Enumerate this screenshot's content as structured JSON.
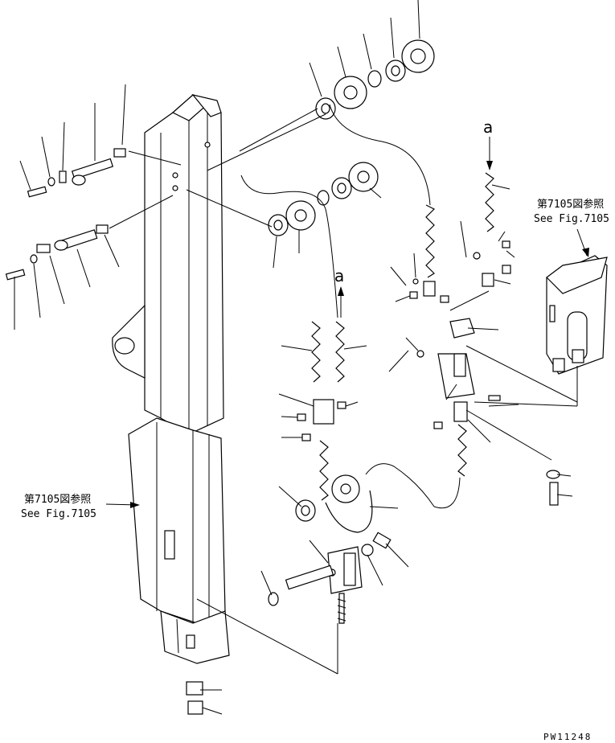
{
  "references": {
    "ref_right_jp": "第7105図参照",
    "ref_right_en": "See Fig.7105",
    "ref_left_jp": "第7105図参照",
    "ref_left_en": "See Fig.7105"
  },
  "callouts": {
    "a_top": "a",
    "a_mid": "a"
  },
  "drawing_number": "PW11248"
}
